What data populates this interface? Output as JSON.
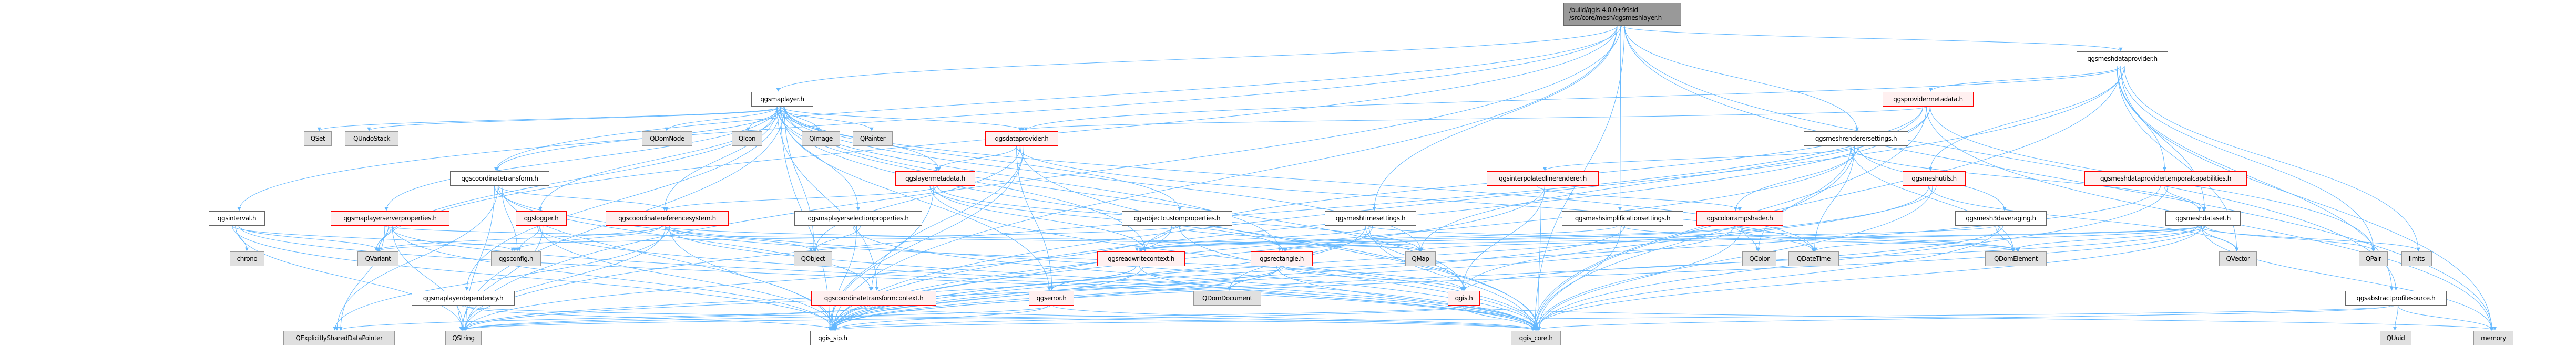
{
  "colors": {
    "edge": "#63b8ff",
    "main_fill": "#999999",
    "incomplete_border": "#ff0000",
    "incomplete_fill": "#fff0f0",
    "external_fill": "#e0e0e0"
  },
  "nodes": [
    {
      "id": "main",
      "label": "/build/qgis-4.0.0+99sid\n/src/core/mesh/qgsmeshlayer.h",
      "kind": "main"
    },
    {
      "id": "mdp",
      "label": "qgsmeshdataprovider.h",
      "kind": "documented"
    },
    {
      "id": "ml",
      "label": "qgsmaplayer.h",
      "kind": "documented"
    },
    {
      "id": "pm",
      "label": "qgsprovidermetadata.h",
      "kind": "incomplete"
    },
    {
      "id": "qset",
      "label": "QSet",
      "kind": "external"
    },
    {
      "id": "qundo",
      "label": "QUndoStack",
      "kind": "external"
    },
    {
      "id": "qdomnode",
      "label": "QDomNode",
      "kind": "external"
    },
    {
      "id": "qicon",
      "label": "QIcon",
      "kind": "external"
    },
    {
      "id": "qimage",
      "label": "QImage",
      "kind": "external"
    },
    {
      "id": "qpainter",
      "label": "QPainter",
      "kind": "external"
    },
    {
      "id": "dp",
      "label": "qgsdataprovider.h",
      "kind": "incomplete"
    },
    {
      "id": "mrs",
      "label": "qgsmeshrenderersettings.h",
      "kind": "documented"
    },
    {
      "id": "ct",
      "label": "qgscoordinatetransform.h",
      "kind": "documented"
    },
    {
      "id": "lm",
      "label": "qgslayermetadata.h",
      "kind": "incomplete"
    },
    {
      "id": "ilr",
      "label": "qgsinterpolatedlinerenderer.h",
      "kind": "incomplete"
    },
    {
      "id": "mu",
      "label": "qgsmeshutils.h",
      "kind": "incomplete"
    },
    {
      "id": "mdptc",
      "label": "qgsmeshdataprovidertemporalcapabilities.h",
      "kind": "incomplete"
    },
    {
      "id": "interval",
      "label": "qgsinterval.h",
      "kind": "documented"
    },
    {
      "id": "mlsp",
      "label": "qgsmaplayerserverproperties.h",
      "kind": "incomplete"
    },
    {
      "id": "logger",
      "label": "qgslogger.h",
      "kind": "incomplete"
    },
    {
      "id": "crs",
      "label": "qgscoordinatereferencesystem.h",
      "kind": "incomplete"
    },
    {
      "id": "mlsel",
      "label": "qgsmaplayerselectionproperties.h",
      "kind": "documented"
    },
    {
      "id": "ocp",
      "label": "qgsobjectcustomproperties.h",
      "kind": "documented"
    },
    {
      "id": "mts",
      "label": "qgsmeshtimesettings.h",
      "kind": "documented"
    },
    {
      "id": "mss",
      "label": "qgsmeshsimplificationsettings.h",
      "kind": "documented"
    },
    {
      "id": "crsh",
      "label": "qgscolorrampshader.h",
      "kind": "incomplete"
    },
    {
      "id": "m3d",
      "label": "qgsmesh3daveraging.h",
      "kind": "documented"
    },
    {
      "id": "mds",
      "label": "qgsmeshdataset.h",
      "kind": "documented"
    },
    {
      "id": "chrono",
      "label": "chrono",
      "kind": "external"
    },
    {
      "id": "qvariant",
      "label": "QVariant",
      "kind": "external"
    },
    {
      "id": "config",
      "label": "qgsconfig.h",
      "kind": "external"
    },
    {
      "id": "qobject",
      "label": "QObject",
      "kind": "external"
    },
    {
      "id": "rwc",
      "label": "qgsreadwritecontext.h",
      "kind": "incomplete"
    },
    {
      "id": "rect",
      "label": "qgsrectangle.h",
      "kind": "incomplete"
    },
    {
      "id": "qmap",
      "label": "QMap",
      "kind": "external"
    },
    {
      "id": "qcolor",
      "label": "QColor",
      "kind": "external"
    },
    {
      "id": "qdatetime",
      "label": "QDateTime",
      "kind": "external"
    },
    {
      "id": "qdomelement",
      "label": "QDomElement",
      "kind": "external"
    },
    {
      "id": "qvector",
      "label": "QVector",
      "kind": "external"
    },
    {
      "id": "qpair",
      "label": "QPair",
      "kind": "external"
    },
    {
      "id": "limits",
      "label": "limits",
      "kind": "external"
    },
    {
      "id": "mldep",
      "label": "qgsmaplayerdependency.h",
      "kind": "documented"
    },
    {
      "id": "ctc",
      "label": "qgscoordinatetransformcontext.h",
      "kind": "incomplete"
    },
    {
      "id": "err",
      "label": "qgserror.h",
      "kind": "incomplete"
    },
    {
      "id": "qdomdoc",
      "label": "QDomDocument",
      "kind": "external"
    },
    {
      "id": "qgis",
      "label": "qgis.h",
      "kind": "incomplete"
    },
    {
      "id": "aps",
      "label": "qgsabstractprofilesource.h",
      "kind": "documented"
    },
    {
      "id": "qesdp",
      "label": "QExplicitlySharedDataPointer",
      "kind": "external"
    },
    {
      "id": "qstring",
      "label": "QString",
      "kind": "external"
    },
    {
      "id": "sip",
      "label": "qgis_sip.h",
      "kind": "documented"
    },
    {
      "id": "core",
      "label": "qgis_core.h",
      "kind": "external"
    },
    {
      "id": "quuid",
      "label": "QUuid",
      "kind": "external"
    },
    {
      "id": "memory",
      "label": "memory",
      "kind": "external"
    }
  ],
  "edges": [
    [
      "main",
      "ml"
    ],
    [
      "main",
      "mdp"
    ],
    [
      "main",
      "mrs"
    ],
    [
      "main",
      "mts"
    ],
    [
      "main",
      "mss"
    ],
    [
      "main",
      "aps"
    ],
    [
      "main",
      "interval"
    ],
    [
      "main",
      "ct"
    ],
    [
      "main",
      "core"
    ],
    [
      "main",
      "sip"
    ],
    [
      "main",
      "qstring"
    ],
    [
      "main",
      "memory"
    ],
    [
      "main",
      "qvariant"
    ],
    [
      "ml",
      "qset"
    ],
    [
      "ml",
      "qundo"
    ],
    [
      "ml",
      "qdomnode"
    ],
    [
      "ml",
      "qicon"
    ],
    [
      "ml",
      "qimage"
    ],
    [
      "ml",
      "qpainter"
    ],
    [
      "ml",
      "dp"
    ],
    [
      "ml",
      "lm"
    ],
    [
      "ml",
      "crs"
    ],
    [
      "ml",
      "mlsel"
    ],
    [
      "ml",
      "ocp"
    ],
    [
      "ml",
      "mlsp"
    ],
    [
      "ml",
      "logger"
    ],
    [
      "ml",
      "qobject"
    ],
    [
      "ml",
      "rwc"
    ],
    [
      "ml",
      "rect"
    ],
    [
      "ml",
      "qmap"
    ],
    [
      "ml",
      "ctc"
    ],
    [
      "ml",
      "err"
    ],
    [
      "ml",
      "qgis"
    ],
    [
      "ml",
      "core"
    ],
    [
      "ml",
      "sip"
    ],
    [
      "ml",
      "qstring"
    ],
    [
      "ml",
      "qvariant"
    ],
    [
      "ml",
      "mldep"
    ],
    [
      "ml",
      "ct"
    ],
    [
      "ml",
      "qdatetime"
    ],
    [
      "mdp",
      "pm"
    ],
    [
      "mdp",
      "mu"
    ],
    [
      "mdp",
      "mdptc"
    ],
    [
      "mdp",
      "mds"
    ],
    [
      "mdp",
      "dp"
    ],
    [
      "mdp",
      "qvector"
    ],
    [
      "mdp",
      "qpair"
    ],
    [
      "mdp",
      "limits"
    ],
    [
      "mdp",
      "memory"
    ],
    [
      "mdp",
      "core"
    ],
    [
      "mdp",
      "sip"
    ],
    [
      "mdp",
      "aps"
    ],
    [
      "pm",
      "dp"
    ],
    [
      "pm",
      "qmap"
    ],
    [
      "pm",
      "rwc"
    ],
    [
      "pm",
      "core"
    ],
    [
      "pm",
      "sip"
    ],
    [
      "pm",
      "qstring"
    ],
    [
      "pm",
      "memory"
    ],
    [
      "pm",
      "qpair"
    ],
    [
      "dp",
      "lm"
    ],
    [
      "dp",
      "qobject"
    ],
    [
      "dp",
      "ctc"
    ],
    [
      "dp",
      "err"
    ],
    [
      "dp",
      "core"
    ],
    [
      "dp",
      "sip"
    ],
    [
      "dp",
      "qdatetime"
    ],
    [
      "mrs",
      "ilr"
    ],
    [
      "mrs",
      "crsh"
    ],
    [
      "mrs",
      "qcolor"
    ],
    [
      "mrs",
      "qdatetime"
    ],
    [
      "mrs",
      "m3d"
    ],
    [
      "mrs",
      "qdomelement"
    ],
    [
      "mrs",
      "core"
    ],
    [
      "mrs",
      "sip"
    ],
    [
      "mrs",
      "mds"
    ],
    [
      "ct",
      "crs"
    ],
    [
      "ct",
      "config"
    ],
    [
      "ct",
      "qstring"
    ],
    [
      "ct",
      "qesdp"
    ],
    [
      "ct",
      "sip"
    ],
    [
      "ct",
      "core"
    ],
    [
      "ct",
      "ctc"
    ],
    [
      "lm",
      "crs"
    ],
    [
      "lm",
      "core"
    ],
    [
      "lm",
      "sip"
    ],
    [
      "lm",
      "qmap"
    ],
    [
      "lm",
      "rect"
    ],
    [
      "lm",
      "rwc"
    ],
    [
      "ilr",
      "qgis"
    ],
    [
      "ilr",
      "crsh"
    ],
    [
      "ilr",
      "core"
    ],
    [
      "ilr",
      "sip"
    ],
    [
      "mu",
      "qgis"
    ],
    [
      "mu",
      "core"
    ],
    [
      "mu",
      "sip"
    ],
    [
      "mu",
      "qvector"
    ],
    [
      "mdptc",
      "mds"
    ],
    [
      "mdptc",
      "core"
    ],
    [
      "mdptc",
      "sip"
    ],
    [
      "interval",
      "chrono"
    ],
    [
      "interval",
      "qvariant"
    ],
    [
      "interval",
      "config"
    ],
    [
      "interval",
      "qstring"
    ],
    [
      "interval",
      "core"
    ],
    [
      "interval",
      "sip"
    ],
    [
      "mlsp",
      "qvariant"
    ],
    [
      "mlsp",
      "qstring"
    ],
    [
      "mlsp",
      "qmap"
    ],
    [
      "mlsp",
      "core"
    ],
    [
      "mlsp",
      "sip"
    ],
    [
      "mlsp",
      "qesdp"
    ],
    [
      "logger",
      "config"
    ],
    [
      "logger",
      "qstring"
    ],
    [
      "logger",
      "core"
    ],
    [
      "logger",
      "sip"
    ],
    [
      "crs",
      "qobject"
    ],
    [
      "crs",
      "qvariant"
    ],
    [
      "crs",
      "qstring"
    ],
    [
      "crs",
      "qesdp"
    ],
    [
      "crs",
      "config"
    ],
    [
      "crs",
      "core"
    ],
    [
      "crs",
      "sip"
    ],
    [
      "crs",
      "qmap"
    ],
    [
      "crs",
      "qgis"
    ],
    [
      "mlsel",
      "qobject"
    ],
    [
      "mlsel",
      "core"
    ],
    [
      "mlsel",
      "sip"
    ],
    [
      "ocp",
      "qvariant"
    ],
    [
      "ocp",
      "qstring"
    ],
    [
      "ocp",
      "qmap"
    ],
    [
      "ocp",
      "core"
    ],
    [
      "ocp",
      "sip"
    ],
    [
      "mts",
      "qdomelement"
    ],
    [
      "mts",
      "rwc"
    ],
    [
      "mts",
      "qdomdoc"
    ],
    [
      "mts",
      "core"
    ],
    [
      "mts",
      "sip"
    ],
    [
      "mts",
      "qgis"
    ],
    [
      "mss",
      "core"
    ],
    [
      "mss",
      "sip"
    ],
    [
      "mss",
      "rwc"
    ],
    [
      "mss",
      "qdomelement"
    ],
    [
      "crsh",
      "qcolor"
    ],
    [
      "crsh",
      "qdatetime"
    ],
    [
      "crsh",
      "qdomelement"
    ],
    [
      "crsh",
      "core"
    ],
    [
      "crsh",
      "sip"
    ],
    [
      "crsh",
      "rwc"
    ],
    [
      "crsh",
      "rect"
    ],
    [
      "m3d",
      "qdomelement"
    ],
    [
      "m3d",
      "core"
    ],
    [
      "m3d",
      "sip"
    ],
    [
      "m3d",
      "rwc"
    ],
    [
      "mds",
      "qvector"
    ],
    [
      "mds",
      "qpair"
    ],
    [
      "mds",
      "limits"
    ],
    [
      "mds",
      "memory"
    ],
    [
      "mds",
      "qmap"
    ],
    [
      "mds",
      "qdatetime"
    ],
    [
      "mds",
      "core"
    ],
    [
      "mds",
      "sip"
    ],
    [
      "mds",
      "qgis"
    ],
    [
      "mds",
      "rect"
    ],
    [
      "mds",
      "qdomelement"
    ],
    [
      "rwc",
      "err"
    ],
    [
      "rwc",
      "core"
    ],
    [
      "rwc",
      "sip"
    ],
    [
      "rwc",
      "qstring"
    ],
    [
      "rect",
      "qdomdoc"
    ],
    [
      "rect",
      "qgis"
    ],
    [
      "rect",
      "core"
    ],
    [
      "rect",
      "sip"
    ],
    [
      "rect",
      "qstring"
    ],
    [
      "mldep",
      "qstring"
    ],
    [
      "mldep",
      "core"
    ],
    [
      "mldep",
      "sip"
    ],
    [
      "ctc",
      "core"
    ],
    [
      "ctc",
      "sip"
    ],
    [
      "ctc",
      "qesdp"
    ],
    [
      "ctc",
      "qstring"
    ],
    [
      "err",
      "qstring"
    ],
    [
      "err",
      "core"
    ],
    [
      "err",
      "sip"
    ],
    [
      "qgis",
      "core"
    ],
    [
      "qgis",
      "sip"
    ],
    [
      "qgis",
      "memory"
    ],
    [
      "qgis",
      "qstring"
    ],
    [
      "aps",
      "quuid"
    ],
    [
      "aps",
      "core"
    ],
    [
      "aps",
      "sip"
    ],
    [
      "aps",
      "memory"
    ]
  ]
}
